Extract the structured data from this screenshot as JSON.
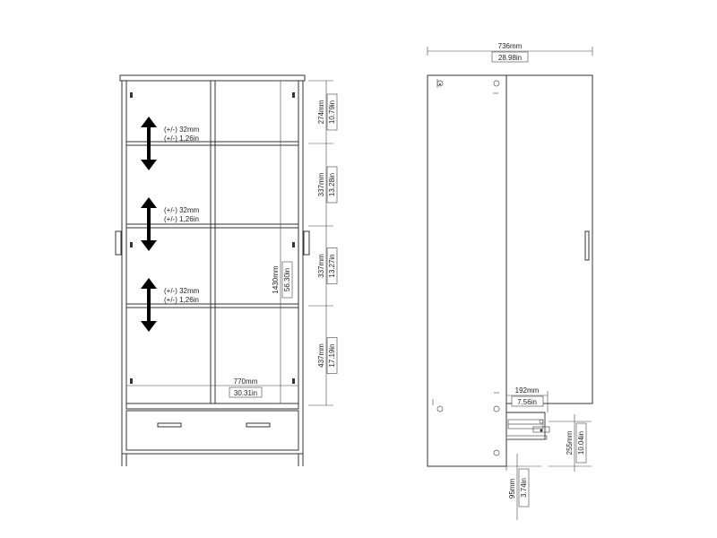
{
  "front": {
    "width_mm": "770mm",
    "width_in": "30.31in",
    "height_mm": "1430mm",
    "height_in": "56.30in",
    "shelf_gaps": [
      {
        "mm": "274mm",
        "in": "10.79in"
      },
      {
        "mm": "337mm",
        "in": "13.28in"
      },
      {
        "mm": "337mm",
        "in": "13.27in"
      },
      {
        "mm": "437mm",
        "in": "17.19in"
      }
    ],
    "adjust": [
      {
        "mm": "(+/-) 32mm",
        "in": "(+/-) 1,26in"
      },
      {
        "mm": "(+/-) 32mm",
        "in": "(+/-) 1,26in"
      },
      {
        "mm": "(+/-) 32mm",
        "in": "(+/-) 1,26in"
      }
    ]
  },
  "side": {
    "depth_mm": "736mm",
    "depth_in": "28.98in",
    "drawer_depth_mm": "192mm",
    "drawer_depth_in": "7.56in",
    "drawer_height_mm": "255mm",
    "drawer_height_in": "10.04in",
    "base_height_mm": "95mm",
    "base_height_in": "3.74in"
  }
}
